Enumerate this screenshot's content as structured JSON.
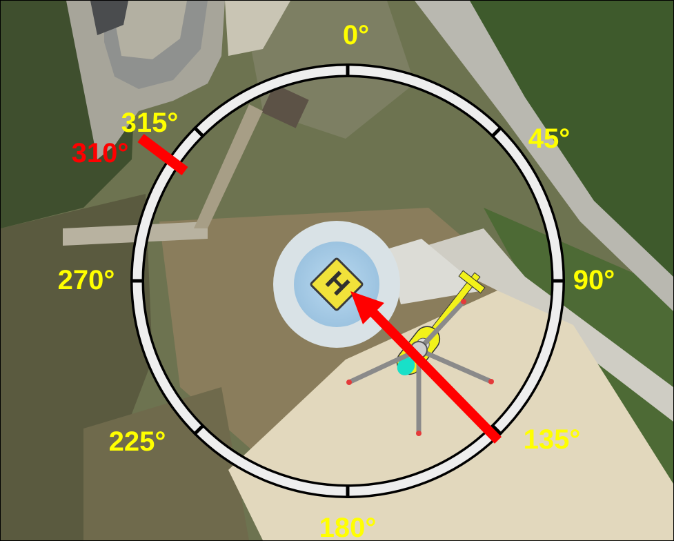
{
  "compass": {
    "labels": [
      {
        "id": "label-0",
        "text": "0°"
      },
      {
        "id": "label-45",
        "text": "45°"
      },
      {
        "id": "label-90",
        "text": "90°"
      },
      {
        "id": "label-135",
        "text": "135°"
      },
      {
        "id": "label-180",
        "text": "180°"
      },
      {
        "id": "label-225",
        "text": "225°"
      },
      {
        "id": "label-270",
        "text": "270°"
      },
      {
        "id": "label-315",
        "text": "315°"
      }
    ],
    "heading_marker_label": "310°",
    "heliport_symbol": "H"
  },
  "colors": {
    "label": "#ffff00",
    "marker": "#ff0000",
    "ring": "#eeeeee",
    "heliport_pad": "#d9e2e6",
    "heliport_water": "#a9cde8",
    "helicopter_body": "#f2f21a",
    "helicopter_accent": "#18e0c8"
  },
  "icons": {
    "heading_arrow": "red-arrow-icon",
    "helicopter": "helicopter-icon"
  }
}
